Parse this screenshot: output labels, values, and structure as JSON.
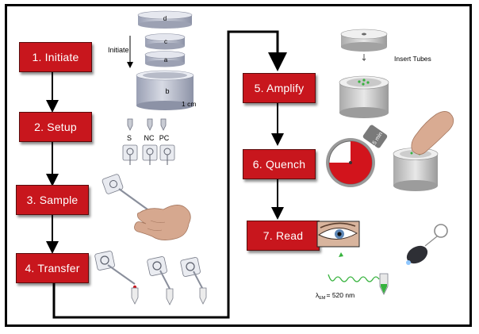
{
  "steps": [
    {
      "label": "1. Initiate"
    },
    {
      "label": "2. Setup"
    },
    {
      "label": "3. Sample"
    },
    {
      "label": "4. Transfer"
    },
    {
      "label": "5. Amplify"
    },
    {
      "label": "6. Quench"
    },
    {
      "label": "7. Read"
    }
  ],
  "annotations": {
    "initiate": "Initiate",
    "dim": "1 cm",
    "insert_tubes": "Insert Tubes",
    "wavelength_prefix": "λ",
    "wavelength_sub": "EM",
    "wavelength_value": "= 520 nm"
  },
  "tubes": {
    "s": "S",
    "nc": "NC",
    "pc": "PC"
  },
  "parts": {
    "a": "a",
    "b": "b",
    "c": "c",
    "d": "d"
  },
  "timer": {
    "label": "15 min"
  },
  "colors": {
    "step_fill": "#c8161d",
    "timer_red": "#d2141c",
    "green": "#37b33e"
  }
}
